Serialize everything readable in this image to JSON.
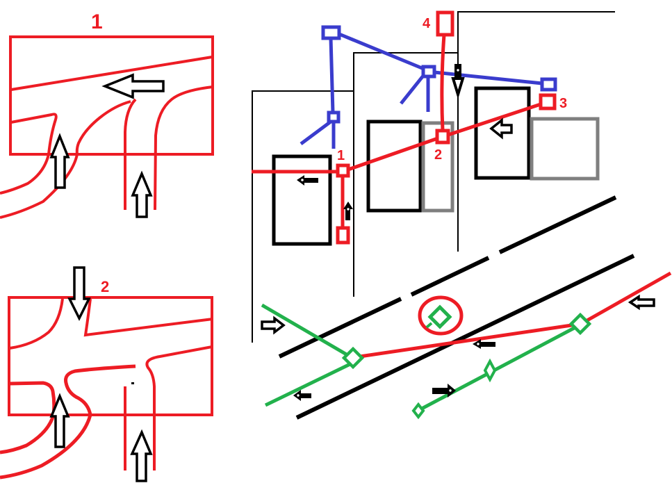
{
  "colors": {
    "red": "#ed1c24",
    "blue": "#3a3ccd",
    "green": "#22b14c",
    "gray": "#7f7f7f",
    "black": "#000000",
    "white": "#ffffff"
  },
  "labels": {
    "diagram1": "1",
    "diagram2": "2",
    "node1": "1",
    "node2": "2",
    "node3": "3",
    "node4": "4"
  },
  "icons": {
    "big-left-arrow": "⇦",
    "big-right-arrow": "⇨",
    "big-up-arrow": "⇧",
    "big-down-arrow": "⇩",
    "small-left-arrow": "←",
    "small-right-arrow": "→",
    "small-up-arrow": "↑",
    "small-down-arrow": "↓",
    "diamond-marker": "◇",
    "highlight-circle": "◯"
  }
}
